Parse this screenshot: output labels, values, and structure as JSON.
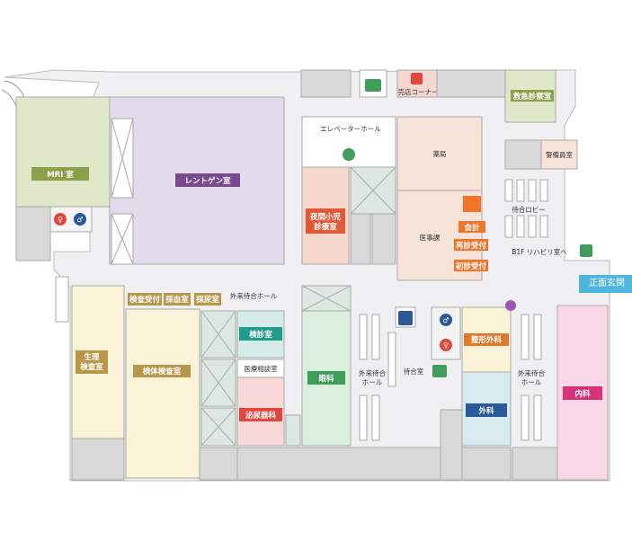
{
  "rooms": {
    "mri": "MRI 室",
    "xray": "レントゲン室",
    "night_pediatric": "夜間小児\n診療室",
    "pharmacy": "薬局",
    "medical_affairs": "医事課",
    "accounting": "会計",
    "revisit_reception": "再診受付",
    "first_visit_reception": "初診受付",
    "emergency": "救急診察室",
    "security": "警備員室",
    "waiting_lobby": "待合ロビー",
    "b1f_rehab": "B1F リハビリ室へ",
    "main_entrance": "正面玄関",
    "shop_corner": "売店コーナー",
    "elevator_hall": "エレベーターホール",
    "exam_reception": "検査受付",
    "blood_collection": "採血室",
    "urine_collection": "採尿室",
    "outpatient_hall": "外来待合ホール",
    "physiology_test": "生理\n検査室",
    "specimen_test": "検体検査室",
    "checkup": "検診室",
    "medical_consult": "医療相談室",
    "urology": "泌尿器科",
    "ophthalmology": "眼科",
    "outpatient_hall_vertical": "外来待合\nホール",
    "waiting_room": "待合室",
    "orthopedics": "整形外科",
    "surgery": "外科",
    "outpatient_hall_right": "外来待合\nホール",
    "internal_medicine": "内科"
  },
  "colors": {
    "mri": "#8ca04a",
    "xray": "#7a4a8f",
    "night_pediatric": "#e05a3a",
    "orange": "#f0742a",
    "tan": "#b8964a",
    "teal": "#1f9c8c",
    "urology": "#e2473f",
    "ophthalmology": "#3f9f5a",
    "orthopedics": "#e07a2a",
    "surgery": "#2a5a9a",
    "internal_medicine": "#d9327a",
    "entrance": "#4eb5dd"
  },
  "icons": [
    "restroom-female-icon",
    "restroom-male-icon",
    "stairs-icon",
    "elevator-icon",
    "shop-icon",
    "accessible-icon",
    "phone-icon",
    "emergency-exit-icon"
  ]
}
